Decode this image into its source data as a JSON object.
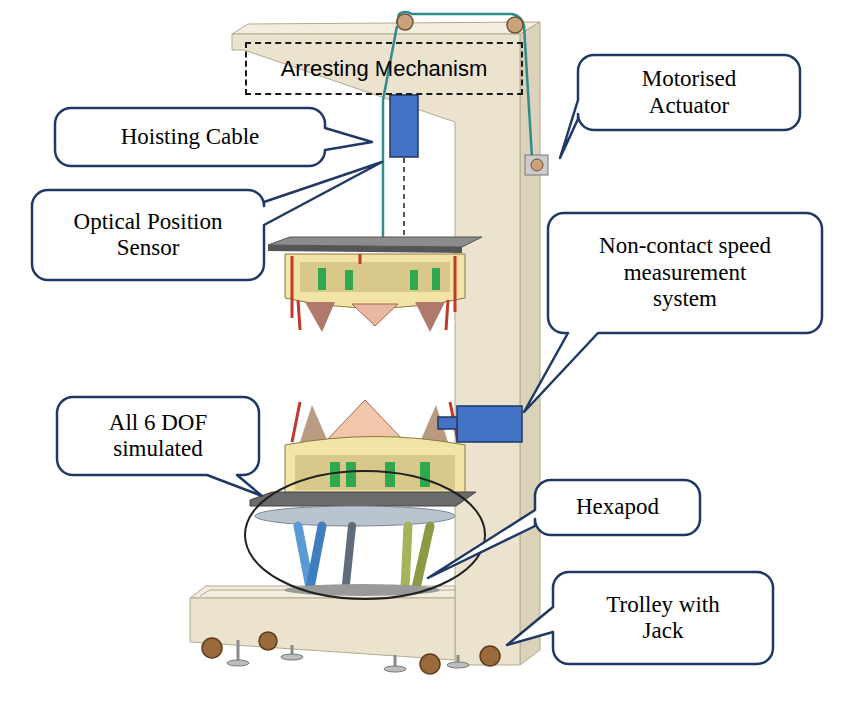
{
  "diagram": {
    "nodes": [
      {
        "text": [
          "Arresting Mechanism"
        ]
      },
      {
        "text": [
          "Motorised Actuator"
        ]
      },
      {
        "text": [
          "Hoisting Cable"
        ]
      },
      {
        "text": [
          "Optical Position Sensor"
        ]
      },
      {
        "text": [
          "Non-contact speed measurement system"
        ]
      },
      {
        "text": [
          "All 6 DOF simulated"
        ]
      },
      {
        "text": [
          "Hexapod"
        ]
      },
      {
        "text": [
          "Trolley with Jack"
        ]
      }
    ]
  }
}
